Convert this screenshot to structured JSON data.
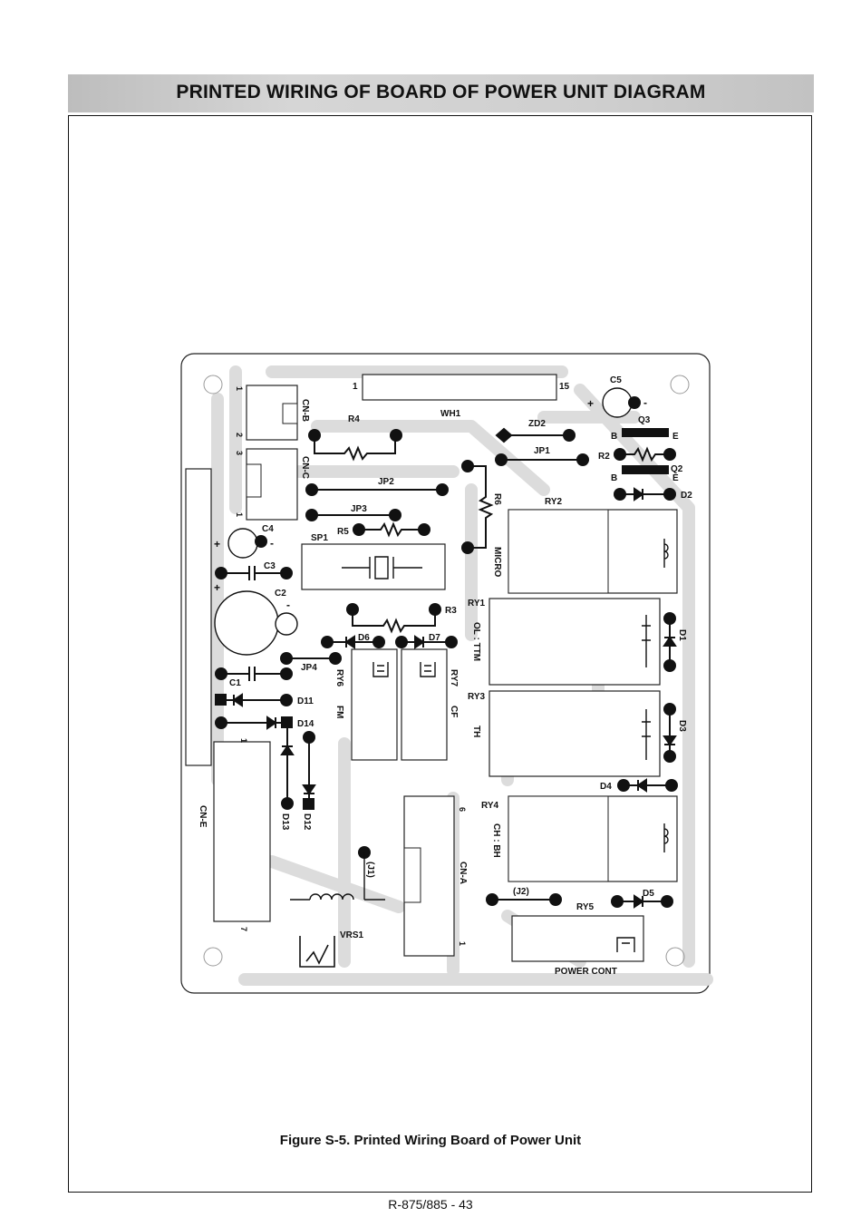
{
  "header": {
    "title": "PRINTED WIRING OF BOARD OF POWER UNIT DIAGRAM"
  },
  "caption": "Figure S-5. Printed Wiring Board of Power Unit",
  "page_number": "R-875/885 - 43",
  "board": {
    "labels": {
      "wh1": "WH1",
      "pin1": "1",
      "pin15": "15",
      "c5": "C5",
      "plus": "+",
      "minus": "-",
      "zd2": "ZD2",
      "q3": "Q3",
      "b": "B",
      "e": "E",
      "jp1": "JP1",
      "r2": "R2",
      "q2": "Q2",
      "d2": "D2",
      "r4": "R4",
      "cnb": "CN-B",
      "cnc": "CN-C",
      "jp2": "JP2",
      "jp3": "JP3",
      "r6": "R6",
      "ry2": "RY2",
      "r5": "R5",
      "sp1": "SP1",
      "c4": "C4",
      "c3": "C3",
      "micro": "MICRO",
      "c2": "C2",
      "r3": "R3",
      "ry1": "RY1",
      "olttm": "OL : TTM",
      "d1": "D1",
      "d6": "D6",
      "d7": "D7",
      "jp4": "JP4",
      "c1": "C1",
      "ry6": "RY6",
      "ry7": "RY7",
      "fm": "FM",
      "cf": "CF",
      "ry3": "RY3",
      "th": "TH",
      "d11": "D11",
      "d14": "D14",
      "d3": "D3",
      "d4": "D4",
      "cne": "CN-E",
      "d13": "D13",
      "d12": "D12",
      "ry4": "RY4",
      "chbh": "CH : BH",
      "cna": "CN-A",
      "j1": "(J1)",
      "j2": "(J2)",
      "ry5": "RY5",
      "d5": "D5",
      "vrs1": "VRS1",
      "powercont": "POWER CONT",
      "one": "1",
      "two": "2",
      "three": "3",
      "six": "6",
      "seven": "7"
    }
  }
}
